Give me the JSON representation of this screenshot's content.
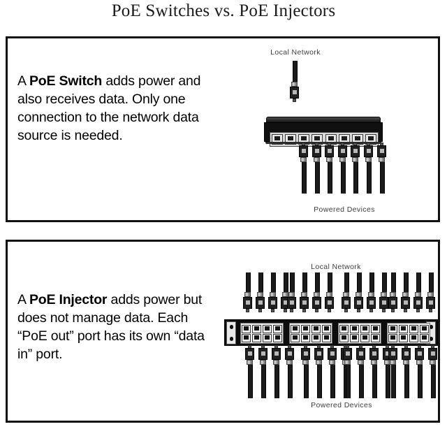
{
  "title": "PoE Switches vs. PoE Injectors",
  "panels": {
    "switch": {
      "name": "PoE Switch panel",
      "description_html": "A <b>PoE Switch</b> adds power and  also receives data. Only one connection to the network data source is needed.",
      "description_text": "A PoE Switch adds power and also receives data. Only one connection to the network data source is needed.",
      "bold_term": "PoE Switch",
      "top_label": "Local Network",
      "bottom_label": "Powered Devices",
      "device": {
        "type": "desktop-poe-switch",
        "port_count": 8,
        "uplink_cables": 1,
        "powered_device_cables": 7
      }
    },
    "injector": {
      "name": "PoE Injector panel",
      "description_html": "A <b>PoE Injector</b> adds power but does not manage data. Each “PoE out” port has its own “data in” port.",
      "description_text": "A PoE Injector adds power but does not manage data. Each “PoE out” port has its own “data in” port.",
      "bold_term": "PoE Injector",
      "top_label": "Local Network",
      "bottom_label": "Powered Devices",
      "device": {
        "type": "rackmount-poe-injector",
        "port_groups": 4,
        "ports_per_group": 8,
        "port_rows_per_group": 2,
        "port_columns_per_group": 4,
        "total_ports": 32,
        "data_in_cable_groups": 4,
        "cables_per_data_in_group": 4,
        "total_data_in_cables": 16,
        "poe_out_cable_groups": 4,
        "cables_per_poe_out_group": 4,
        "total_poe_out_cables": 16
      }
    }
  },
  "colors": {
    "background": "#ffffff",
    "border": "#111111",
    "text": "#000000",
    "label_text": "#3d3d3d",
    "device_dark": "#101010",
    "port_light": "#e8e8e8"
  }
}
